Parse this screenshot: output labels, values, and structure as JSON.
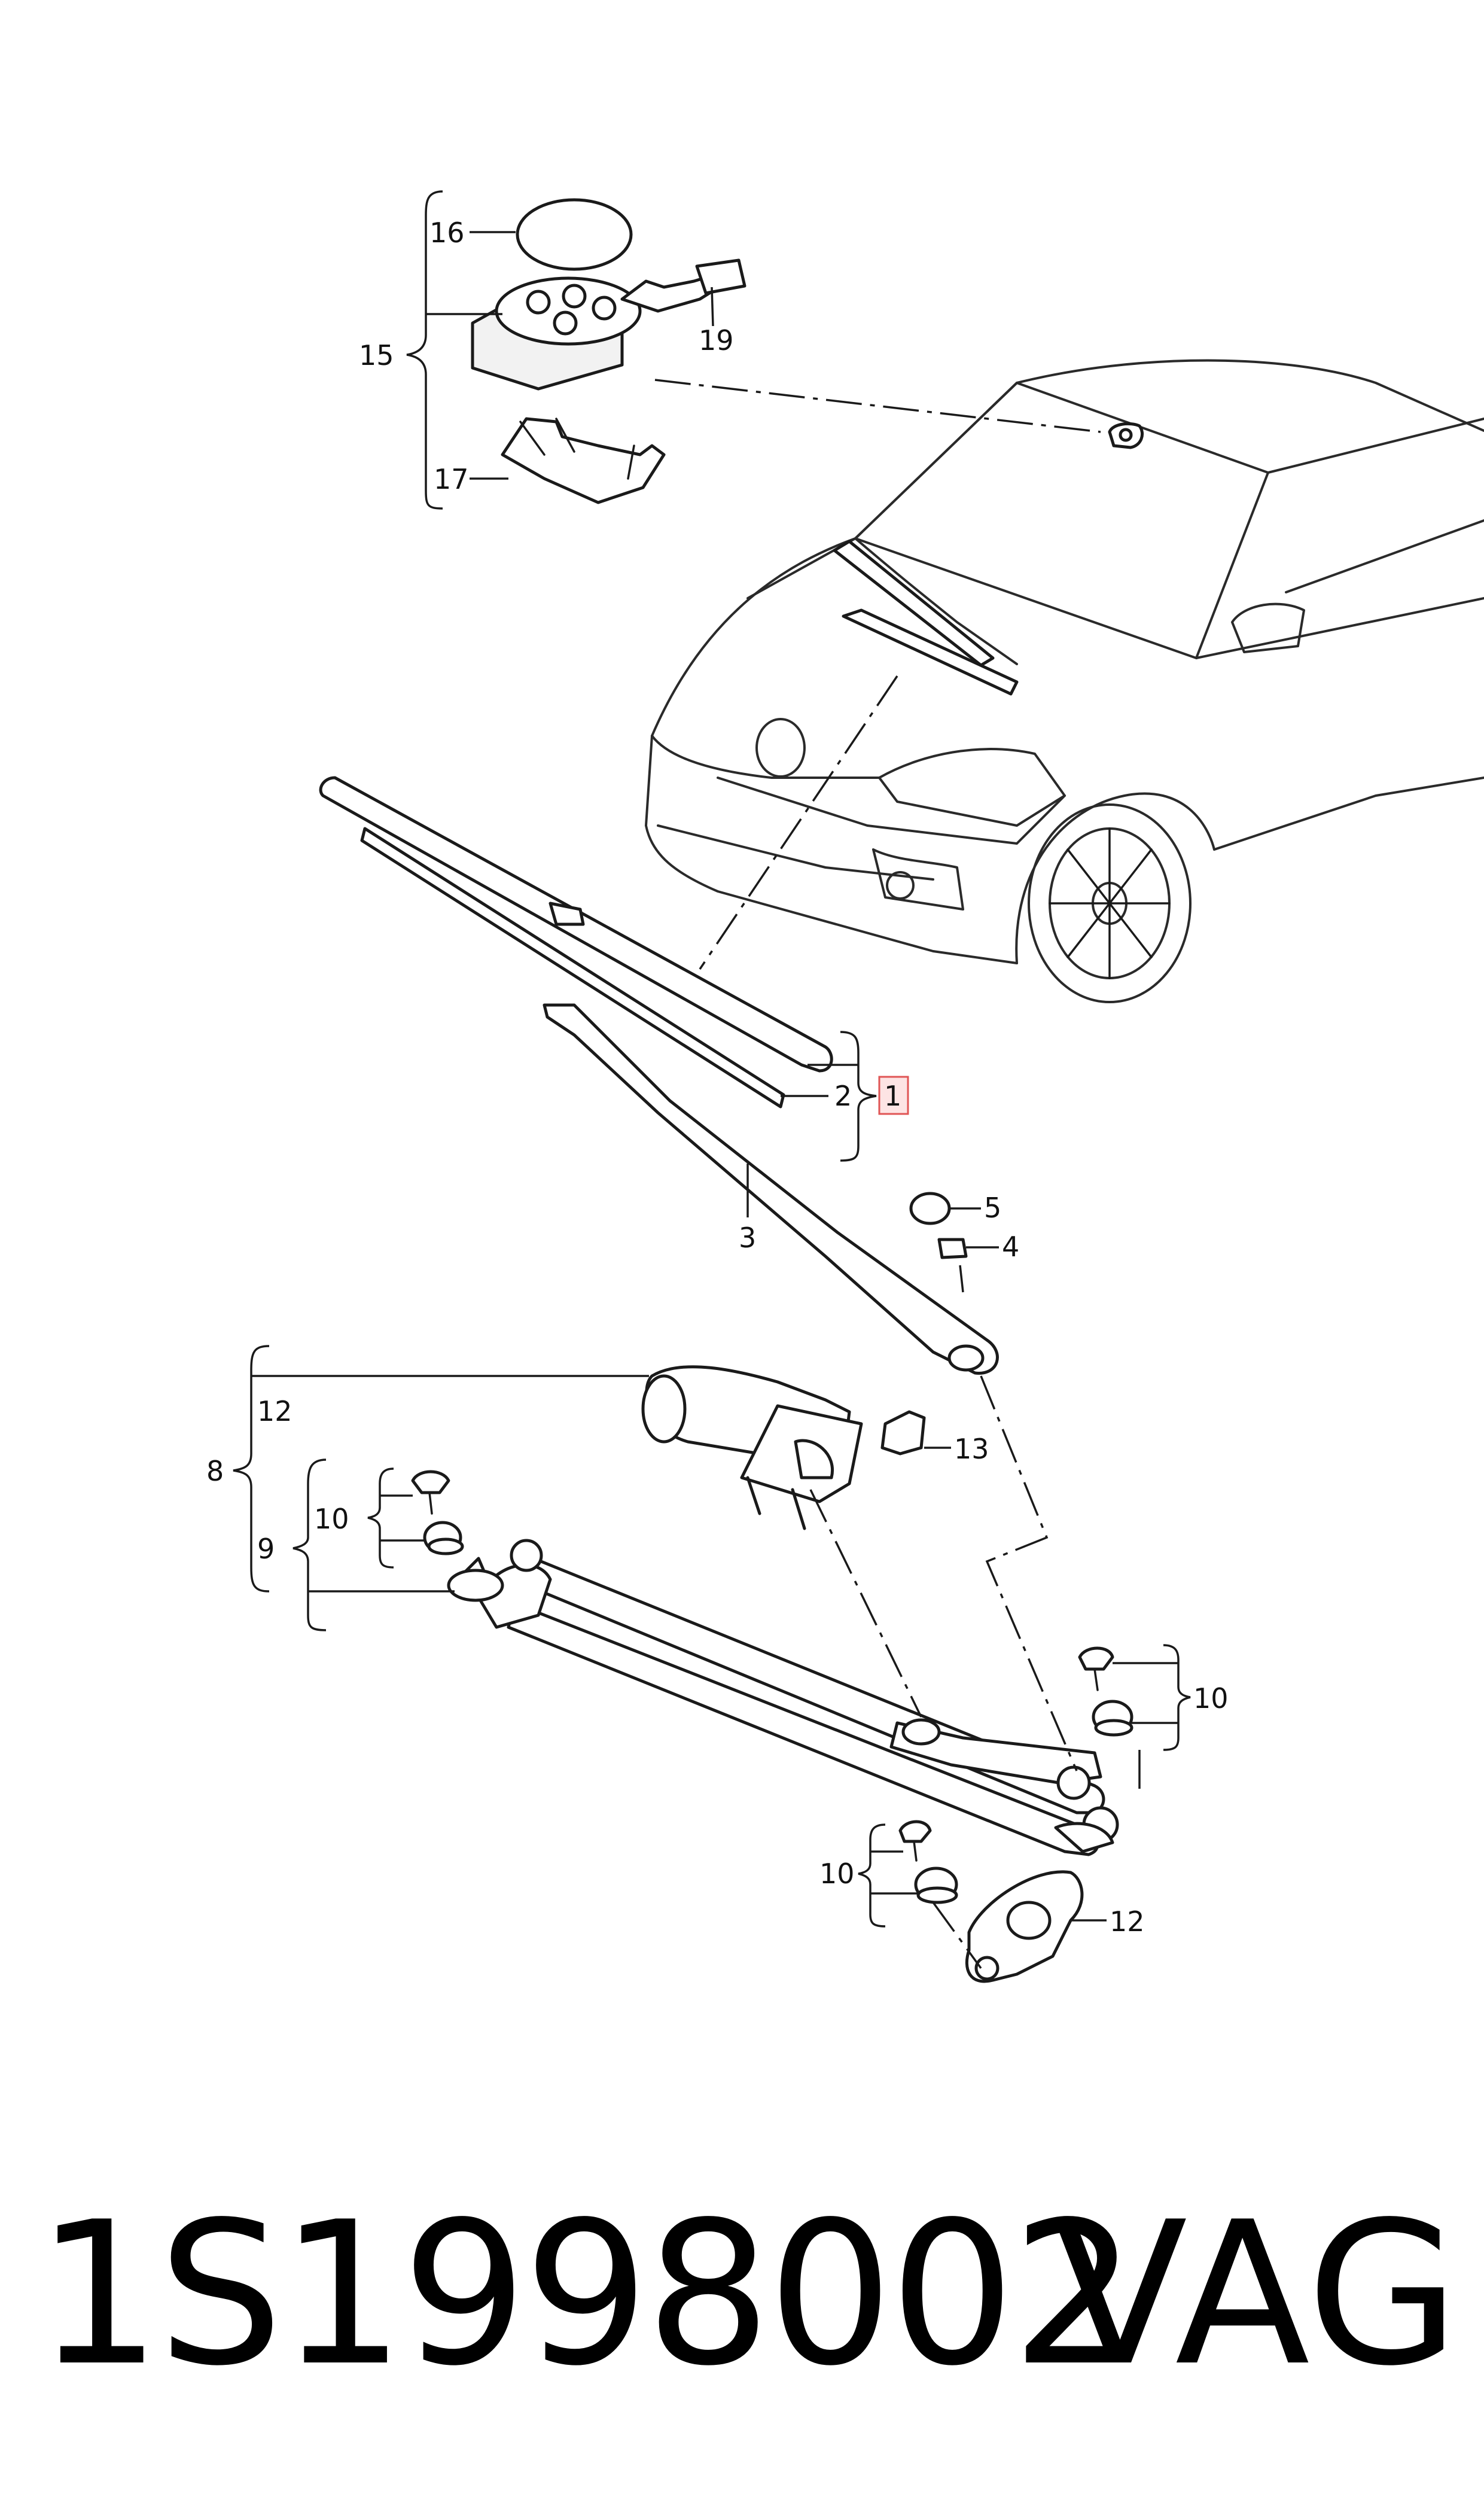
{
  "diagram": {
    "callouts": {
      "c1": "1",
      "c2": "2",
      "c3": "3",
      "c4": "4",
      "c5": "5",
      "c8": "8",
      "c9": "9",
      "c10a": "10",
      "c10b": "10",
      "c10c": "10",
      "c12a": "12",
      "c12b": "12",
      "c13": "13",
      "c15": "15",
      "c16": "16",
      "c17": "17",
      "c19": "19"
    },
    "highlighted_callout": "1",
    "colors": {
      "line": "#1a1a1a",
      "highlight_fill": "#fde4e4",
      "highlight_stroke": "#e05555"
    }
  },
  "footer": {
    "part_number": "1S1998002",
    "brand": "VAG"
  }
}
